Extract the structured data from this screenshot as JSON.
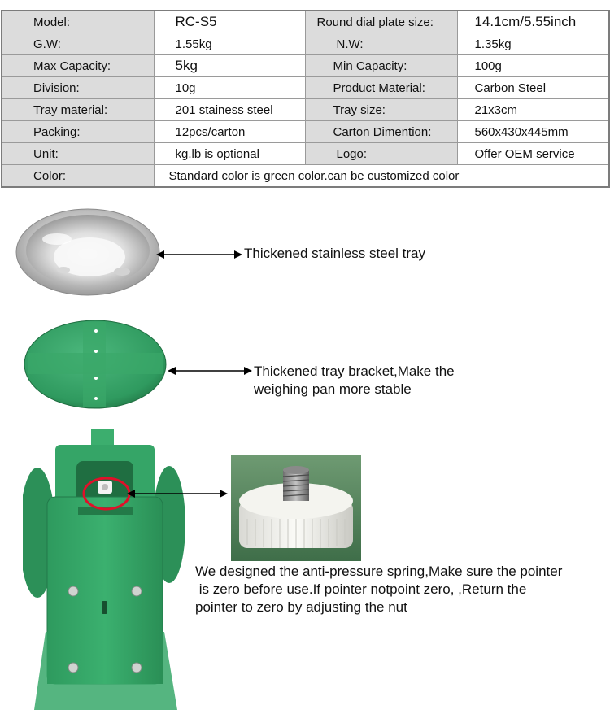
{
  "specs": {
    "model_label": "Model:",
    "model_value": "RC-S5",
    "dial_label": "Round dial plate size:",
    "dial_value": "14.1cm/5.55inch",
    "gw_label": "G.W:",
    "gw_value": "1.55kg",
    "nw_label": "N.W:",
    "nw_value": "1.35kg",
    "max_label": "Max Capacity:",
    "max_value": "5kg",
    "min_label": "Min Capacity:",
    "min_value": "100g",
    "division_label": "Division:",
    "division_value": "10g",
    "material_label": "Product Material:",
    "material_value": "Carbon Steel",
    "tray_material_label": "Tray material:",
    "tray_material_value": "201 stainess steel",
    "tray_size_label": "Tray size:",
    "tray_size_value": "21x3cm",
    "packing_label": "Packing:",
    "packing_value": "12pcs/carton",
    "carton_label": "Carton Dimention:",
    "carton_value": "560x430x445mm",
    "unit_label": "Unit:",
    "unit_value": "kg.lb is optional",
    "logo_label": "Logo:",
    "logo_value": "Offer OEM service",
    "color_label": "Color:",
    "color_value": "Standard color is green color.can be customized color"
  },
  "callouts": {
    "tray": "Thickened stainless steel tray",
    "bracket_line1": "Thickened tray bracket,Make the",
    "bracket_line2": "weighing pan more stable",
    "spring_line1": "We designed the anti-pressure spring,Make sure the pointer",
    "spring_line2": " is zero before use.If pointer notpoint zero, ,Return the",
    "spring_line3": "pointer to zero by adjusting the nut"
  },
  "colors": {
    "scale_green": "#2f9a5f",
    "header_gray": "#dcdcdc",
    "highlight_red": "#e0102a"
  },
  "icons": [
    "double-arrow-icon",
    "double-arrow-icon",
    "double-arrow-icon"
  ]
}
